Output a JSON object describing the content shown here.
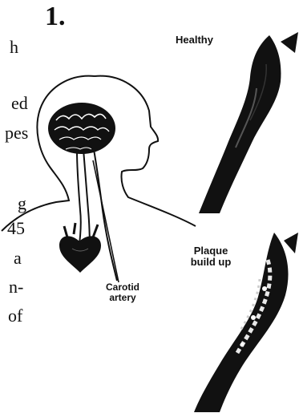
{
  "figure": {
    "number": "1.",
    "labels": {
      "healthy": "Healthy",
      "plaque": [
        "Plaque",
        "build up"
      ],
      "carotid": [
        "Carotid",
        "artery"
      ]
    }
  },
  "clipped_text": [
    "h",
    "ed",
    "pes",
    "g",
    "45",
    "a",
    "n-",
    "of"
  ],
  "colors": {
    "ink": "#111111",
    "background": "#ffffff",
    "highlight": "#e8e8e8"
  },
  "icons": [
    "head-silhouette-icon",
    "brain-icon",
    "heart-icon",
    "artery-healthy-icon",
    "artery-plaque-icon"
  ]
}
